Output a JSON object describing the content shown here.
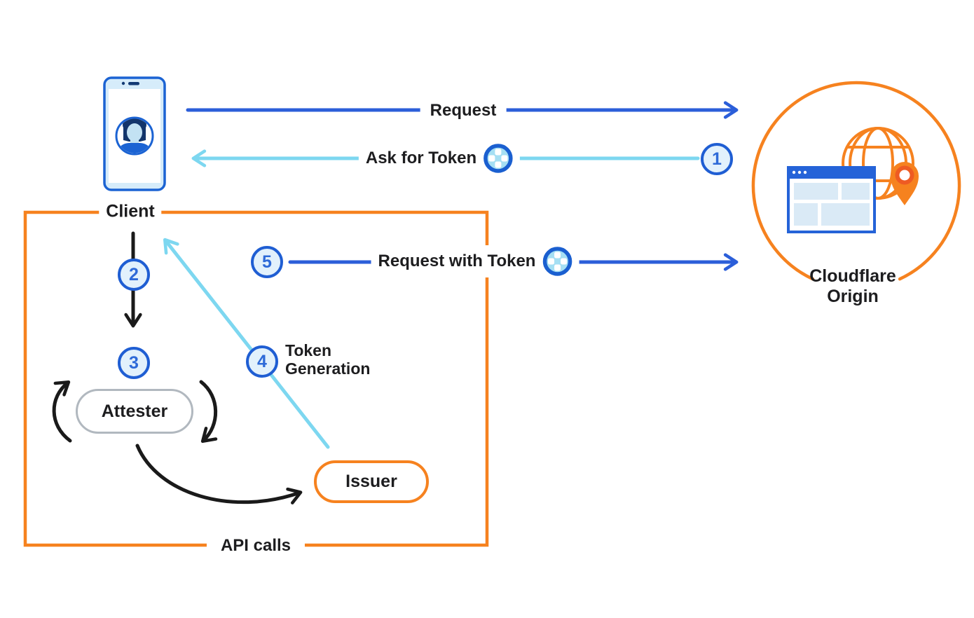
{
  "colors": {
    "blue": "#2b5ed9",
    "light_blue": "#7dd7f0",
    "orange": "#f6821f",
    "text_black": "#1d1d1f",
    "attester_border_gray": "#b1b8bf",
    "step_circle_fill": "#e2f1fc",
    "step_circle_border": "#1f5ed3",
    "token_fill": "#a5dff3",
    "token_border": "#1a5fd0"
  },
  "nodes": {
    "client": {
      "label": "Client"
    },
    "origin": {
      "label_line1": "Cloudflare",
      "label_line2": "Origin"
    },
    "attester": {
      "label": "Attester"
    },
    "issuer": {
      "label": "Issuer"
    }
  },
  "flows": {
    "request": {
      "label": "Request"
    },
    "ask_for_token": {
      "label": "Ask for Token",
      "step": "1"
    },
    "request_with_token": {
      "label": "Request with Token",
      "step": "5"
    },
    "client_to_attester": {
      "step": "2"
    },
    "attestation": {
      "step": "3"
    },
    "token_generation": {
      "label_line1": "Token",
      "label_line2": "Generation",
      "step": "4"
    },
    "api_calls": {
      "label": "API calls"
    }
  },
  "icons": {
    "client_device": "smartphone-with-user-avatar",
    "token": "privacy-pass-token",
    "origin": "globe-browser-location-pin"
  }
}
